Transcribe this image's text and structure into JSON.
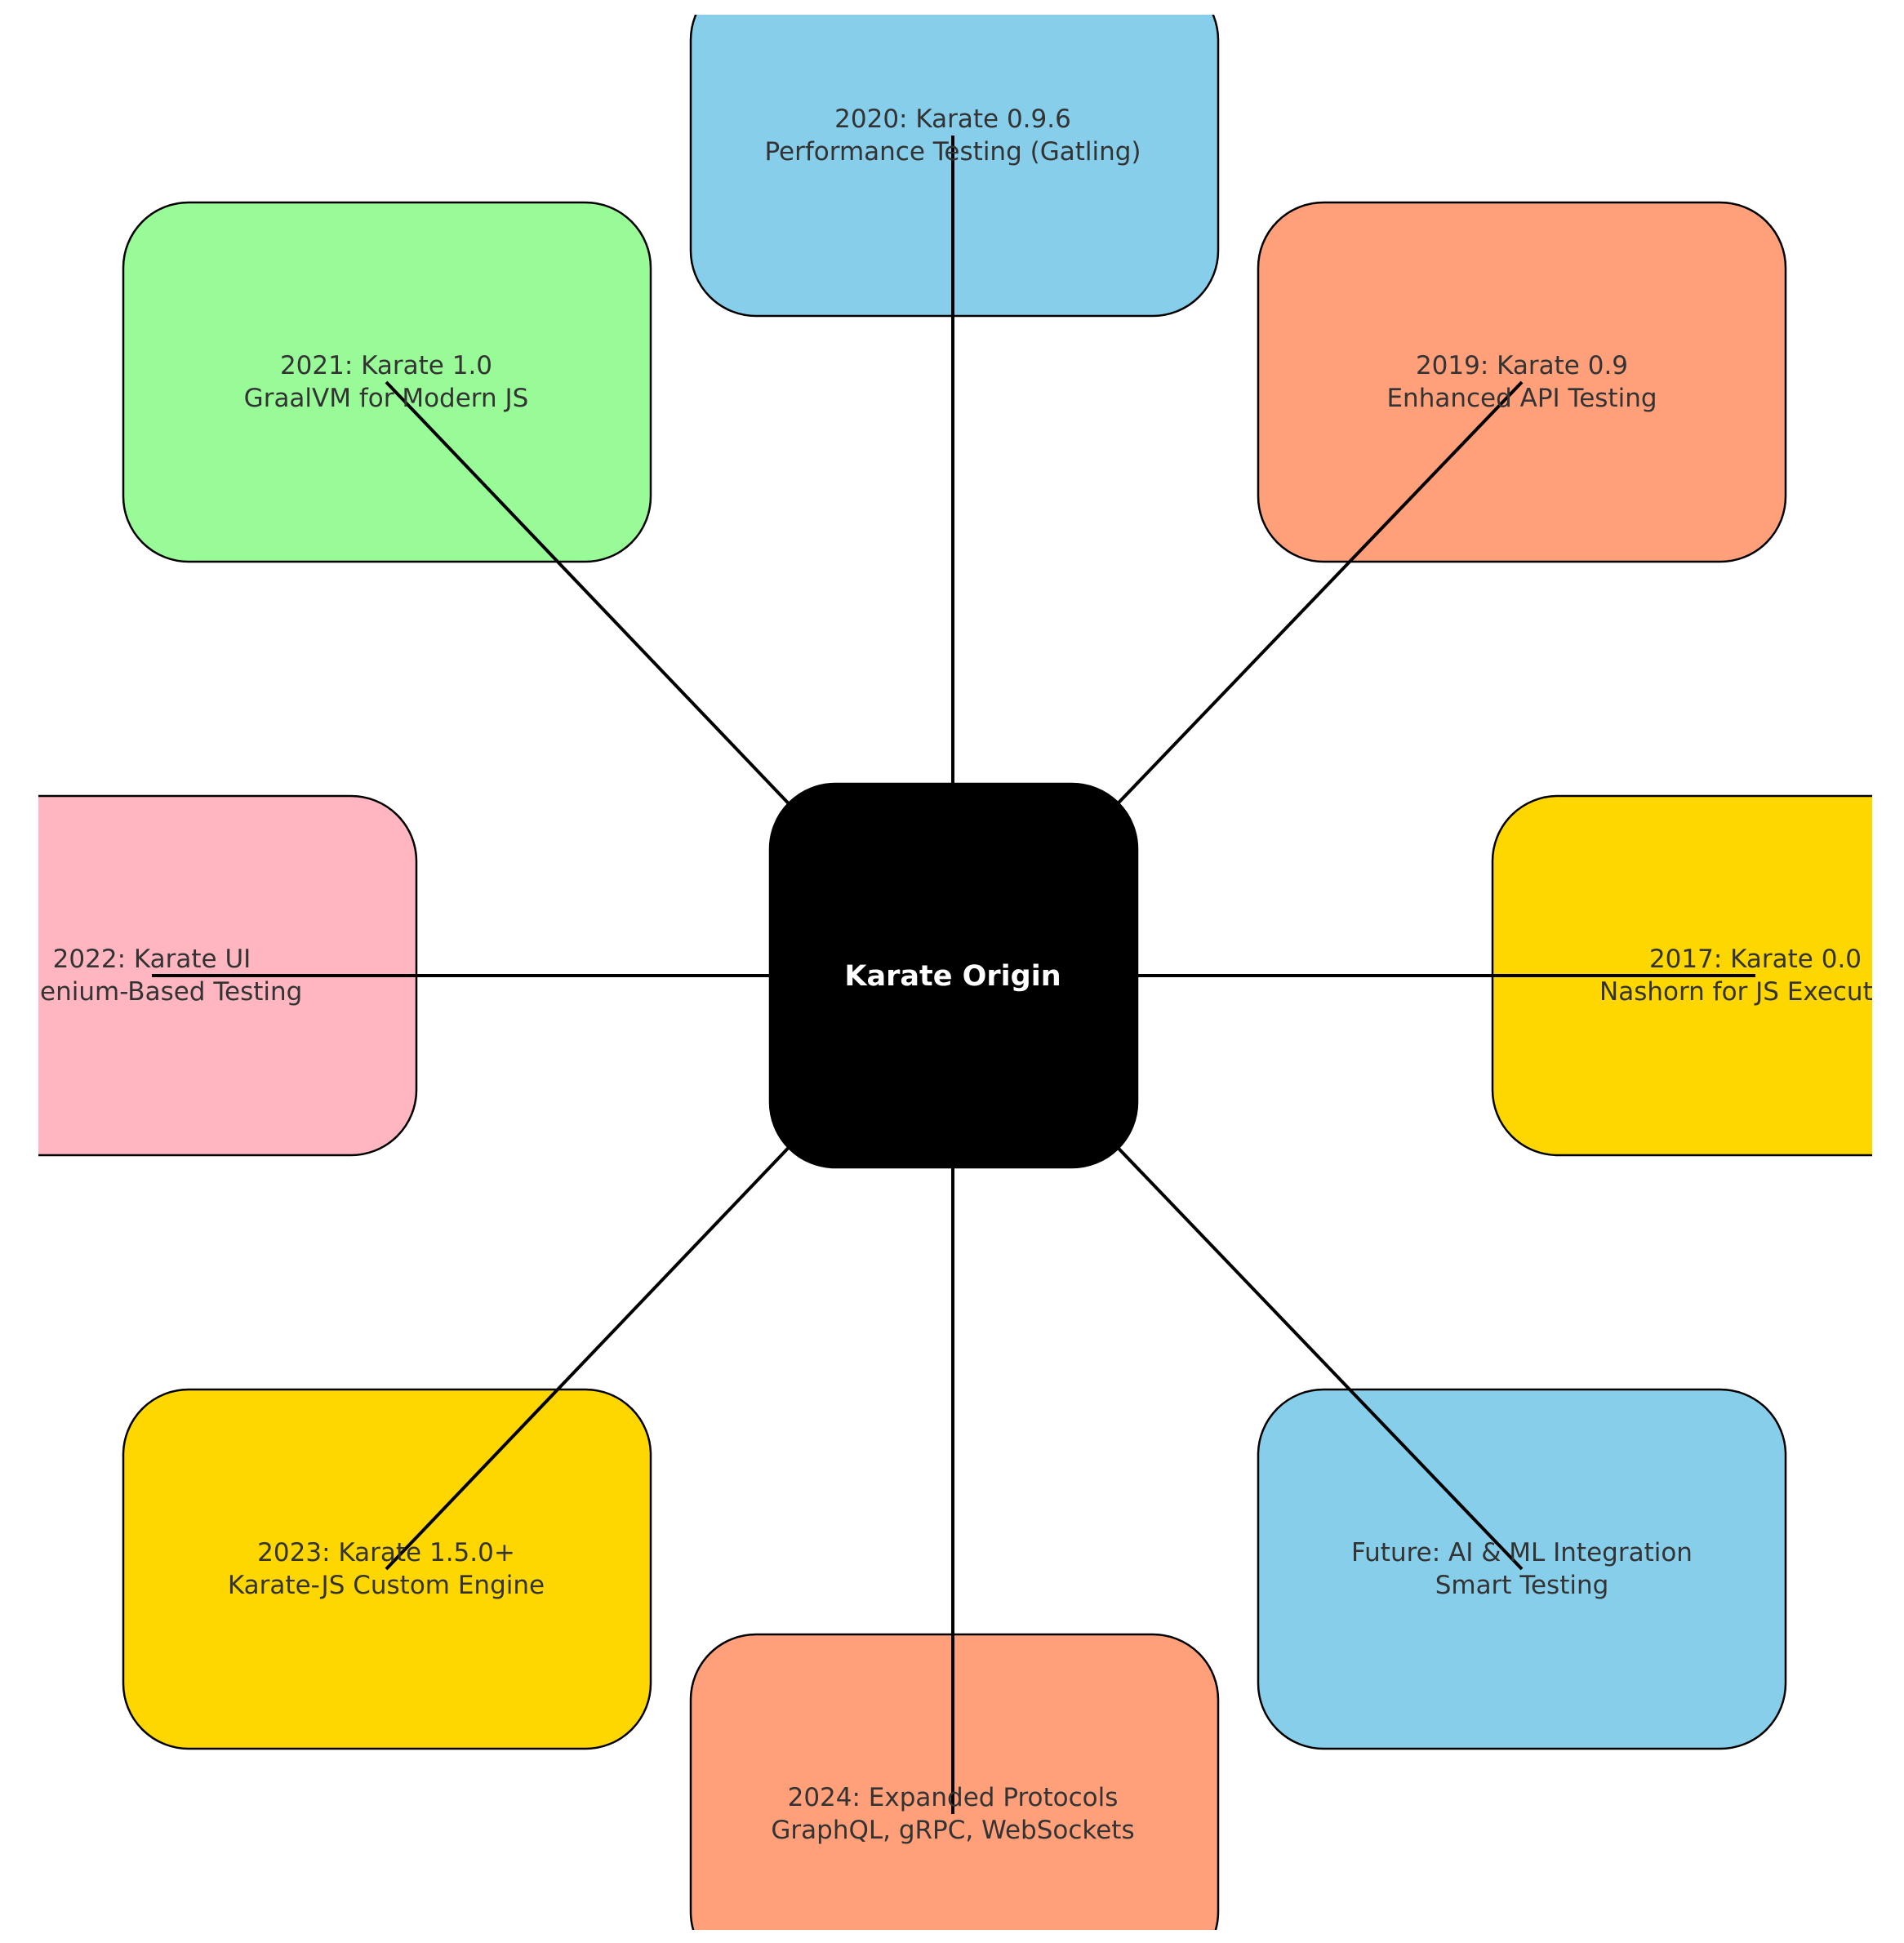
{
  "center": {
    "label": "Karate Origin",
    "fill": "#000000"
  },
  "nodes": [
    {
      "id": "2017",
      "line1": "2017: Karate 0.0",
      "line2": "Nashorn for JS Execution",
      "fill": "#FFD700"
    },
    {
      "id": "2019",
      "line1": "2019: Karate 0.9",
      "line2": "Enhanced API Testing",
      "fill": "#FFA07A"
    },
    {
      "id": "2020",
      "line1": "2020: Karate 0.9.6",
      "line2": "Performance Testing (Gatling)",
      "fill": "#87CEEB"
    },
    {
      "id": "2021",
      "line1": "2021: Karate 1.0",
      "line2": "GraalVM for Modern JS",
      "fill": "#98FB98"
    },
    {
      "id": "2022",
      "line1": "2022: Karate UI",
      "line2": "Selenium-Based Testing",
      "fill": "#FFB6C1"
    },
    {
      "id": "2023",
      "line1": "2023: Karate 1.5.0+",
      "line2": "Karate-JS Custom Engine",
      "fill": "#FFD700"
    },
    {
      "id": "2024",
      "line1": "2024: Expanded Protocols",
      "line2": "GraphQL, gRPC, WebSockets",
      "fill": "#FFA07A"
    },
    {
      "id": "future",
      "line1": "Future: AI & ML Integration",
      "line2": "Smart Testing",
      "fill": "#87CEEB"
    }
  ]
}
